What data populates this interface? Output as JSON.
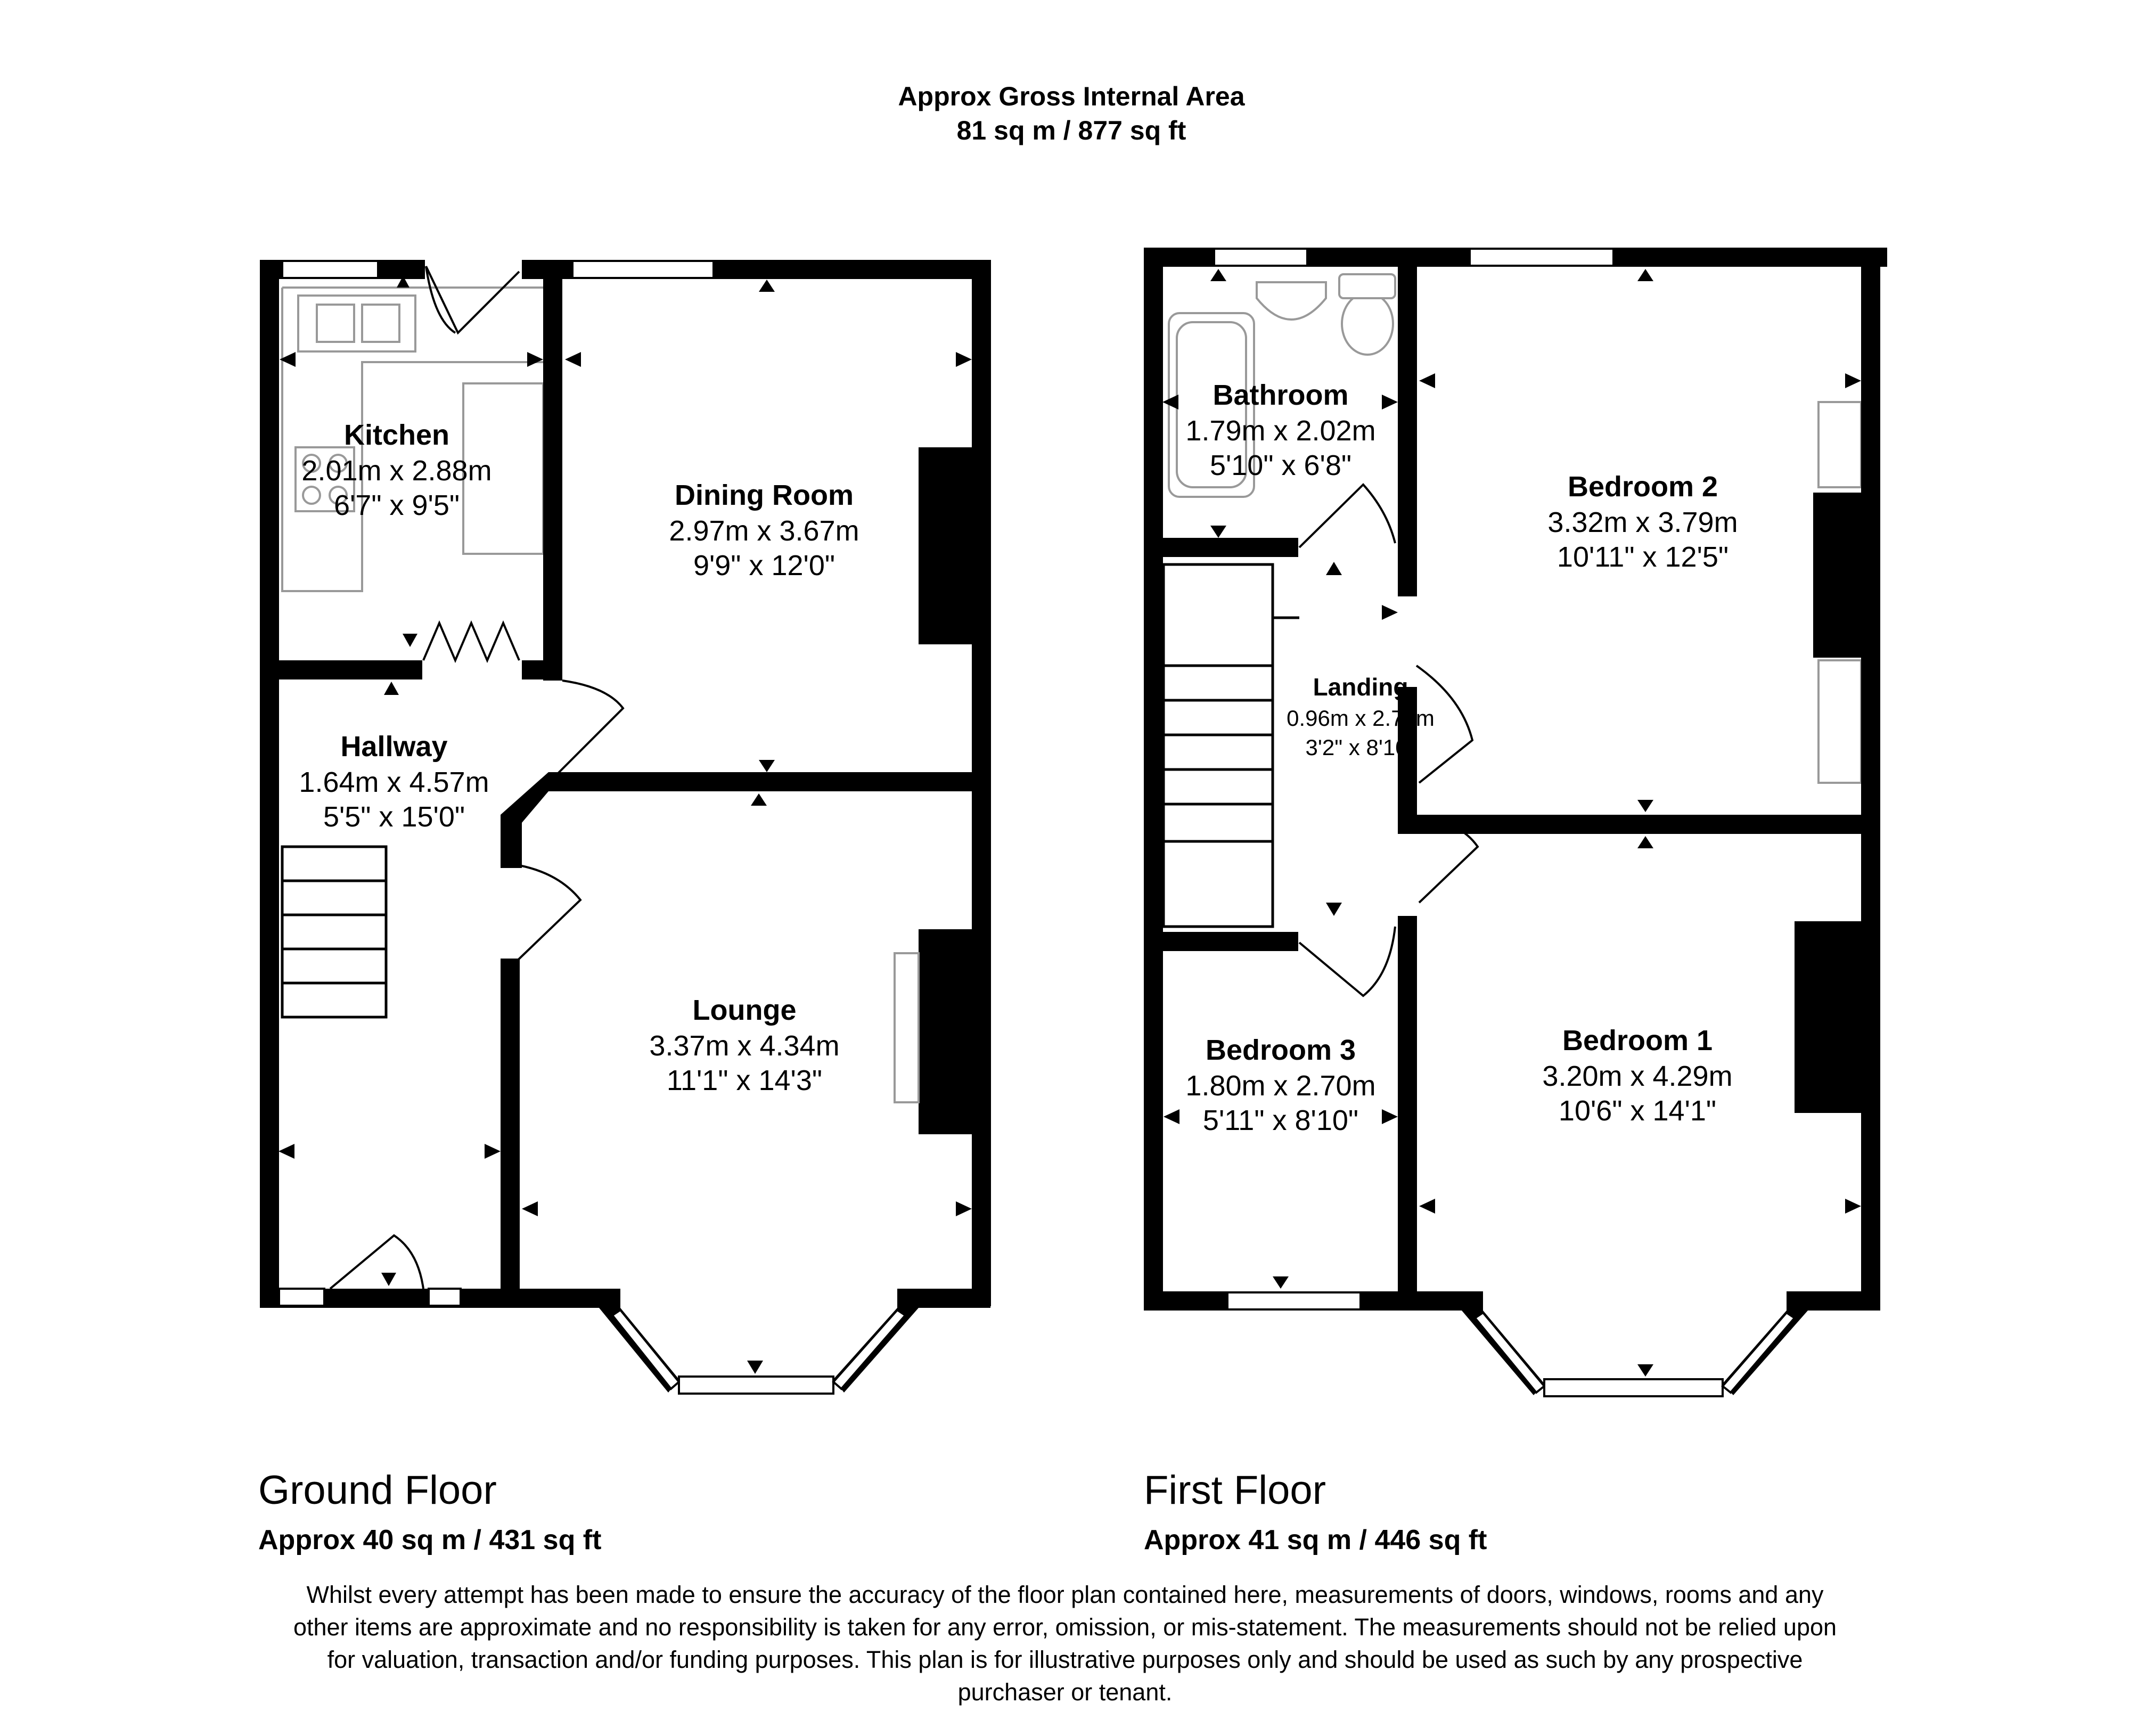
{
  "header": {
    "line1": "Approx Gross Internal Area",
    "line2": "81 sq m / 877 sq ft"
  },
  "ground_floor": {
    "title": "Ground Floor",
    "area": "Approx 40 sq m / 431 sq ft",
    "rooms": [
      {
        "name": "Kitchen",
        "metric": "2.01m x 2.88m",
        "imperial": "6'7\" x 9'5\""
      },
      {
        "name": "Dining Room",
        "metric": "2.97m x 3.67m",
        "imperial": "9'9\" x 12'0\""
      },
      {
        "name": "Hallway",
        "metric": "1.64m x 4.57m",
        "imperial": "5'5\" x 15'0\""
      },
      {
        "name": "Lounge",
        "metric": "3.37m x 4.34m",
        "imperial": "11'1\" x 14'3\""
      }
    ]
  },
  "first_floor": {
    "title": "First Floor",
    "area": "Approx 41 sq m / 446 sq ft",
    "rooms": [
      {
        "name": "Bathroom",
        "metric": "1.79m x 2.02m",
        "imperial": "5'10\" x 6'8\""
      },
      {
        "name": "Bedroom 2",
        "metric": "3.32m x 3.79m",
        "imperial": "10'11\" x 12'5\""
      },
      {
        "name": "Landing",
        "metric": "0.96m x 2.70m",
        "imperial": "3'2\" x 8'10\""
      },
      {
        "name": "Bedroom 3",
        "metric": "1.80m x 2.70m",
        "imperial": "5'11\" x 8'10\""
      },
      {
        "name": "Bedroom 1",
        "metric": "3.20m x 4.29m",
        "imperial": "10'6\" x 14'1\""
      }
    ]
  },
  "disclaimer": "Whilst every attempt has been made to ensure the accuracy of the floor plan contained here, measurements of doors, windows, rooms and any other items are approximate and no responsibility is taken for any error, omission, or mis-statement. The measurements should not be relied upon for valuation, transaction and/or funding purposes. This plan is for illustrative purposes only and should be used as such by any prospective purchaser or tenant."
}
